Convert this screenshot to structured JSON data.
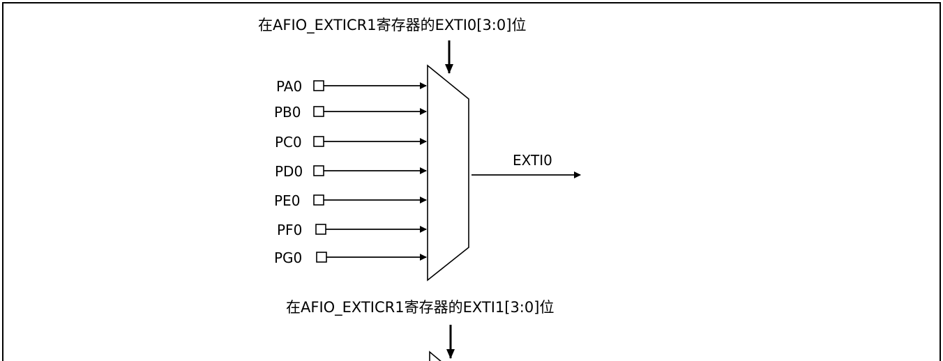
{
  "mux0": {
    "select_label": "在AFIO_EXTICR1寄存器的EXTI0[3:0]位",
    "output_label": "EXTI0",
    "inputs": [
      {
        "label": "PA0"
      },
      {
        "label": "PB0"
      },
      {
        "label": "PC0"
      },
      {
        "label": "PD0"
      },
      {
        "label": "PE0"
      },
      {
        "label": "PF0"
      },
      {
        "label": "PG0"
      }
    ]
  },
  "mux1": {
    "select_label": "在AFIO_EXTICR1寄存器的EXTI1[3:0]位"
  },
  "colors": {
    "line": "#000000",
    "background": "#ffffff"
  }
}
